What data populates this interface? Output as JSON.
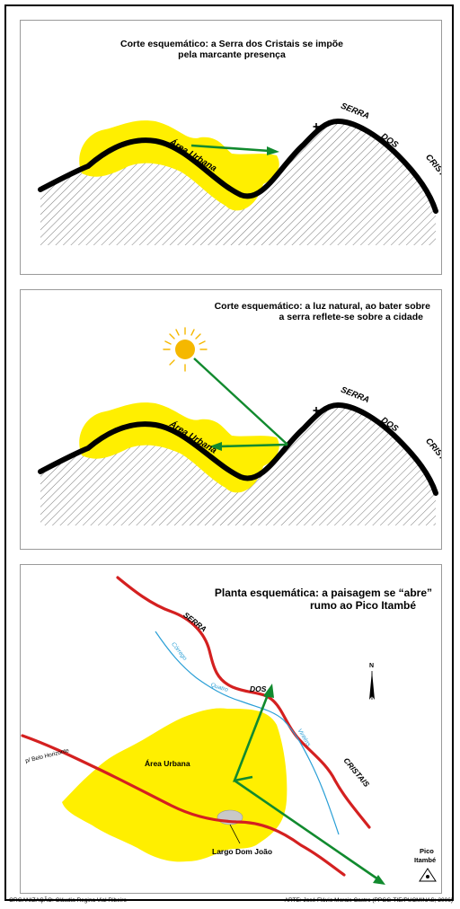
{
  "panels": [
    {
      "title_line1": "Corte esquemático: a Serra dos Cristais se impõe",
      "title_line2": "pela marcante presença",
      "urban_label": "Área Urbana",
      "serra_words": [
        "SERRA",
        "DOS",
        "CRISTAIS"
      ]
    },
    {
      "title_line1": "Corte esquemático: a luz natural, ao bater sobre",
      "title_line2": "a serra reflete-se sobre a cidade",
      "urban_label": "Área Urbana",
      "serra_words": [
        "SERRA",
        "DOS",
        "CRISTAIS"
      ]
    },
    {
      "title_line1": "Planta esquemática: a paisagem se “abre”",
      "title_line2": "rumo ao Pico Itambé",
      "urban_label": "Área Urbana",
      "serra_words": [
        "SERRA",
        "DOS",
        "CRISTAIS"
      ],
      "stream_words": [
        "Córrego",
        "Quatro",
        "Vinténs"
      ],
      "road_label": "p/ Belo Horizonte",
      "north_label": "N",
      "largo_label": "Largo Dom João",
      "pico_label_line1": "Pico",
      "pico_label_line2": "Itambé"
    }
  ],
  "footer": {
    "left": "ORGANIZAÇÃO: Cláudia Regina Vial Ribeiro",
    "right": "ARTE: José Flávio Morais Castro (PPGG-TIE/PUCMINAS; 2006)"
  },
  "colors": {
    "urban_yellow": "#ffef00",
    "terrain_black": "#000000",
    "arrow_green": "#118a2e",
    "road_red": "#d42020",
    "stream_blue": "#2a9fd6",
    "sun_orange": "#f5b800"
  }
}
